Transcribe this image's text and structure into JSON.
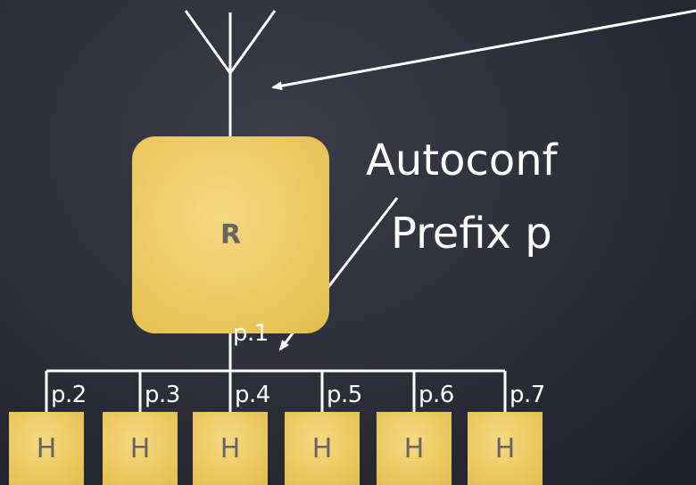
{
  "router": {
    "label": "R"
  },
  "annotation": {
    "line1": "Autoconf",
    "line2": "Prefix p"
  },
  "router_address": "p.1",
  "hosts": [
    {
      "label": "H",
      "address": "p.2"
    },
    {
      "label": "H",
      "address": "p.3"
    },
    {
      "label": "H",
      "address": "p.4"
    },
    {
      "label": "H",
      "address": "p.5"
    },
    {
      "label": "H",
      "address": "p.6"
    },
    {
      "label": "H",
      "address": "p.7"
    }
  ],
  "colors": {
    "node_fill": "#ecc95f",
    "node_text": "#6a6460",
    "line": "#ffffff",
    "background": "#2b2d37"
  }
}
